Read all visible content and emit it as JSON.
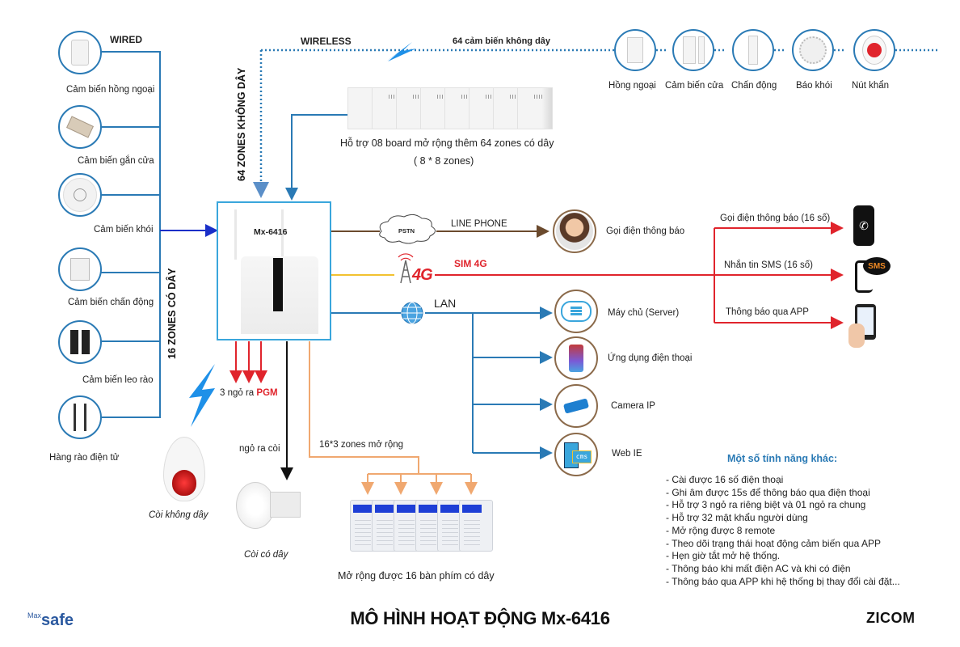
{
  "title": "MÔ HÌNH HOẠT ĐỘNG Mx-6416",
  "brand_left": {
    "prefix": "Max",
    "name": "safe"
  },
  "brand_right": "ZICOM",
  "colors": {
    "wired": "#2a7ab5",
    "wireless_dotted": "#2a7ab5",
    "panel_border": "#3aa6dc",
    "pstn_line": "#6b4a2e",
    "sim_line": "#e0242c",
    "lan_line": "#2a7ab5",
    "pgm": "#e0242c",
    "keypad_line": "#f0a870",
    "feature_heading": "#2a7ab5"
  },
  "wired": {
    "heading": "WIRED",
    "zone_label": "16 ZONES CÓ DÂY",
    "sensors": [
      {
        "label": "Cảm biến hồng ngoại",
        "icon": "pir-sensor-icon"
      },
      {
        "label": "Cảm biến gắn cửa",
        "icon": "door-sensor-icon"
      },
      {
        "label": "Cảm biến khói",
        "icon": "smoke-sensor-icon"
      },
      {
        "label": "Cảm biến chấn động",
        "icon": "vibration-sensor-icon"
      },
      {
        "label": "Cảm biến leo rào",
        "icon": "fence-sensor-icon"
      },
      {
        "label": "Hàng rào điện tử",
        "icon": "electric-fence-icon"
      }
    ]
  },
  "wireless": {
    "heading": "WIRELESS",
    "count_label": "64 cảm biến không dây",
    "zone_label": "64 ZONES KHÔNG DÂY",
    "sensors": [
      {
        "label": "Hồng ngoại",
        "icon": "pir-sensor-icon"
      },
      {
        "label": "Cảm biến cửa",
        "icon": "door-sensor-icon"
      },
      {
        "label": "Chấn động",
        "icon": "vibration-sensor-icon"
      },
      {
        "label": "Báo khói",
        "icon": "smoke-sensor-icon"
      },
      {
        "label": "Nút khẩn",
        "icon": "panic-button-icon"
      }
    ]
  },
  "expansion": {
    "line1": "Hỗ trợ 08 board mở rộng thêm 64 zones có dây",
    "line2": "( 8 * 8 zones)",
    "board_count": 8
  },
  "panel": {
    "model": "Mx-6416"
  },
  "pstn": {
    "cloud": "PSTN",
    "line_label": "LINE PHONE",
    "target": "Gọi điện thông báo"
  },
  "sim": {
    "label": "SIM 4G",
    "badge": "4G"
  },
  "notifications": [
    {
      "label": "Gọi điện thông báo (16 số)",
      "icon": "phone-call-icon"
    },
    {
      "label": "Nhắn tin SMS (16 số)",
      "icon": "sms-icon",
      "badge": "SMS"
    },
    {
      "label": "Thông báo qua APP",
      "icon": "smartphone-app-icon"
    }
  ],
  "lan": {
    "label": "LAN",
    "targets": [
      {
        "label": "Máy chủ (Server)",
        "icon": "cloud-server-icon"
      },
      {
        "label": "Ứng dụng điện thoại",
        "icon": "mobile-app-icon"
      },
      {
        "label": "Camera IP",
        "icon": "ip-camera-icon"
      },
      {
        "label": "Web IE",
        "icon": "web-cms-icon",
        "badge": "cms"
      }
    ]
  },
  "pgm": {
    "prefix": "3 ngỏ ra ",
    "highlight": "PGM",
    "count": 3
  },
  "siren_out": "ngỏ ra còi",
  "wireless_siren": "Còi không dây",
  "wired_siren": "Còi có dây",
  "keypads": {
    "zones_label": "16*3  zones mở rộng",
    "caption": "Mở rộng được 16 bàn phím có dây",
    "count": 6
  },
  "features": {
    "heading": "Một số tính năng khác:",
    "items": [
      "- Cài được 16 số điện thoại",
      "- Ghi âm được 15s để thông báo qua điện thoại",
      "- Hỗ trợ 3 ngỏ ra riêng biệt và 01 ngỏ ra chung",
      "- Hỗ trợ 32 mật khẩu người dùng",
      "- Mở rộng được 8 remote",
      "- Theo dõi trạng thái hoạt động cảm biến qua APP",
      "- Hẹn giờ tắt mở hệ thống.",
      "- Thông báo khi mất điện AC và khi có điện",
      "- Thông báo qua APP khi hệ thống bị thay đổi cài đặt..."
    ]
  }
}
